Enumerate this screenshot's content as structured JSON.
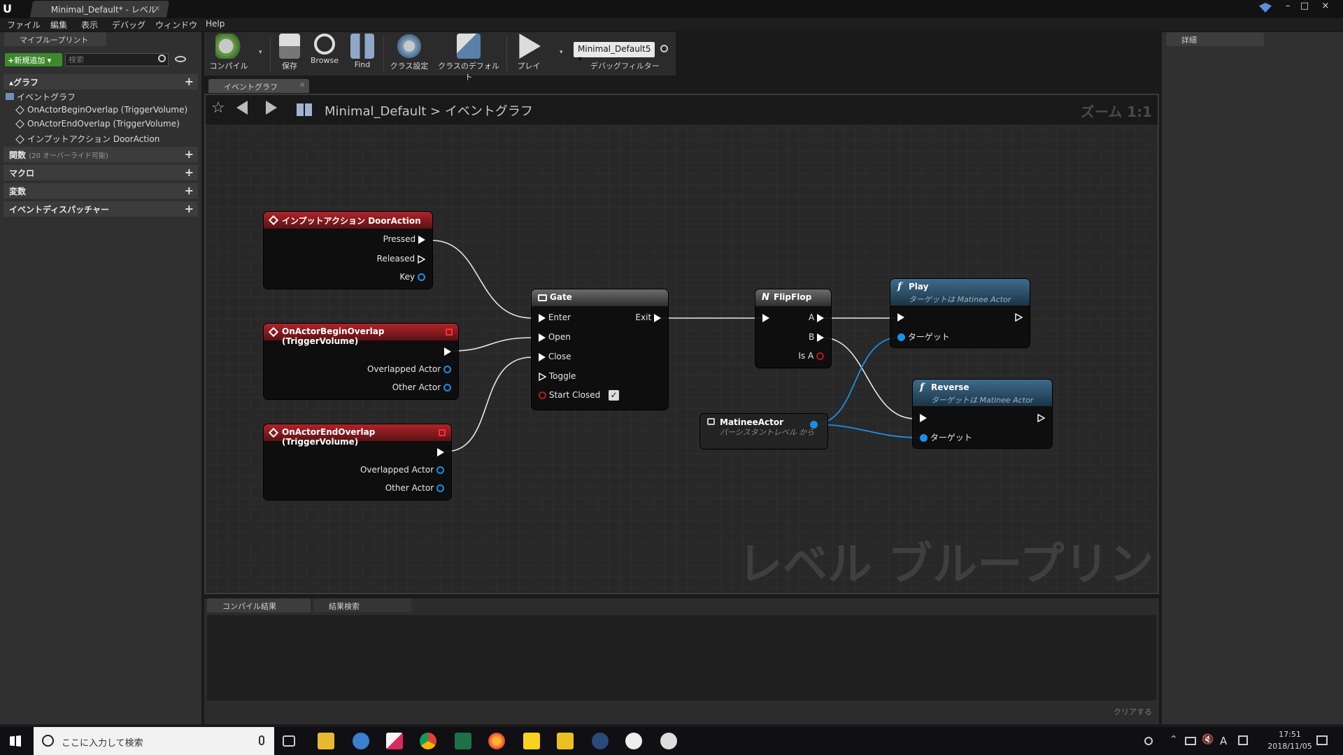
{
  "window": {
    "tab_title": "Minimal_Default* - レベル"
  },
  "menu": [
    "ファイル",
    "編集",
    "表示",
    "デバッグ",
    "ウィンドウ",
    "Help"
  ],
  "left_panel": {
    "tab": "マイブループリント",
    "add_button": "新規追加",
    "search_placeholder": "検索",
    "sections": {
      "graph": "グラフ",
      "functions": "関数",
      "functions_note": "(20 オーバーライド可能)",
      "macros": "マクロ",
      "variables": "変数",
      "dispatchers": "イベントディスパッチャー"
    },
    "event_graph": "イベントグラフ",
    "events": [
      "OnActorBeginOverlap (TriggerVolume)",
      "OnActorEndOverlap (TriggerVolume)",
      "インプットアクション DoorAction"
    ]
  },
  "toolbar": {
    "compile": "コンパイル",
    "save": "保存",
    "browse": "Browse",
    "find": "Find",
    "class_settings": "クラス設定",
    "class_defaults": "クラスのデフォルト",
    "play": "プレイ",
    "debug_object": "Minimal_Default5",
    "debug_filter": "デバッグフィルター"
  },
  "graph": {
    "tab": "イベントグラフ",
    "breadcrumb_root": "Minimal_Default",
    "breadcrumb_sep": ">",
    "breadcrumb_leaf": "イベントグラフ",
    "zoom": "ズーム 1:1",
    "watermark": "レベル ブループリント"
  },
  "nodes": {
    "door_action": {
      "title": "インプットアクション DoorAction",
      "pins": [
        "Pressed",
        "Released",
        "Key"
      ]
    },
    "begin_overlap": {
      "title": "OnActorBeginOverlap (TriggerVolume)",
      "pins": [
        "Overlapped Actor",
        "Other Actor"
      ]
    },
    "end_overlap": {
      "title": "OnActorEndOverlap (TriggerVolume)",
      "pins": [
        "Overlapped Actor",
        "Other Actor"
      ]
    },
    "gate": {
      "title": "Gate",
      "pins": [
        "Enter",
        "Open",
        "Close",
        "Toggle",
        "Start Closed",
        "Exit"
      ],
      "start_closed": true
    },
    "flipflop": {
      "title": "FlipFlop",
      "pins": [
        "A",
        "B",
        "Is A"
      ]
    },
    "play": {
      "title": "Play",
      "subtitle": "ターゲットは Matinee Actor",
      "target": "ターゲット"
    },
    "reverse": {
      "title": "Reverse",
      "subtitle": "ターゲットは Matinee Actor",
      "target": "ターゲット"
    },
    "matinee": {
      "title": "MatineeActor",
      "subtitle": "パーシスタントレベル から"
    }
  },
  "bottom_panel": {
    "tabs": [
      "コンパイル結果",
      "結果検索"
    ],
    "clear": "クリアする"
  },
  "right_panel": {
    "tab": "詳細"
  },
  "taskbar": {
    "search_placeholder": "ここに入力して検索",
    "time": "17:51",
    "date": "2018/11/05",
    "ime": "A"
  },
  "colors": {
    "event_red": "#b0242a",
    "exec_white": "#ffffff",
    "object_blue": "#1a8fe8",
    "bool_red": "#b51a1a"
  }
}
